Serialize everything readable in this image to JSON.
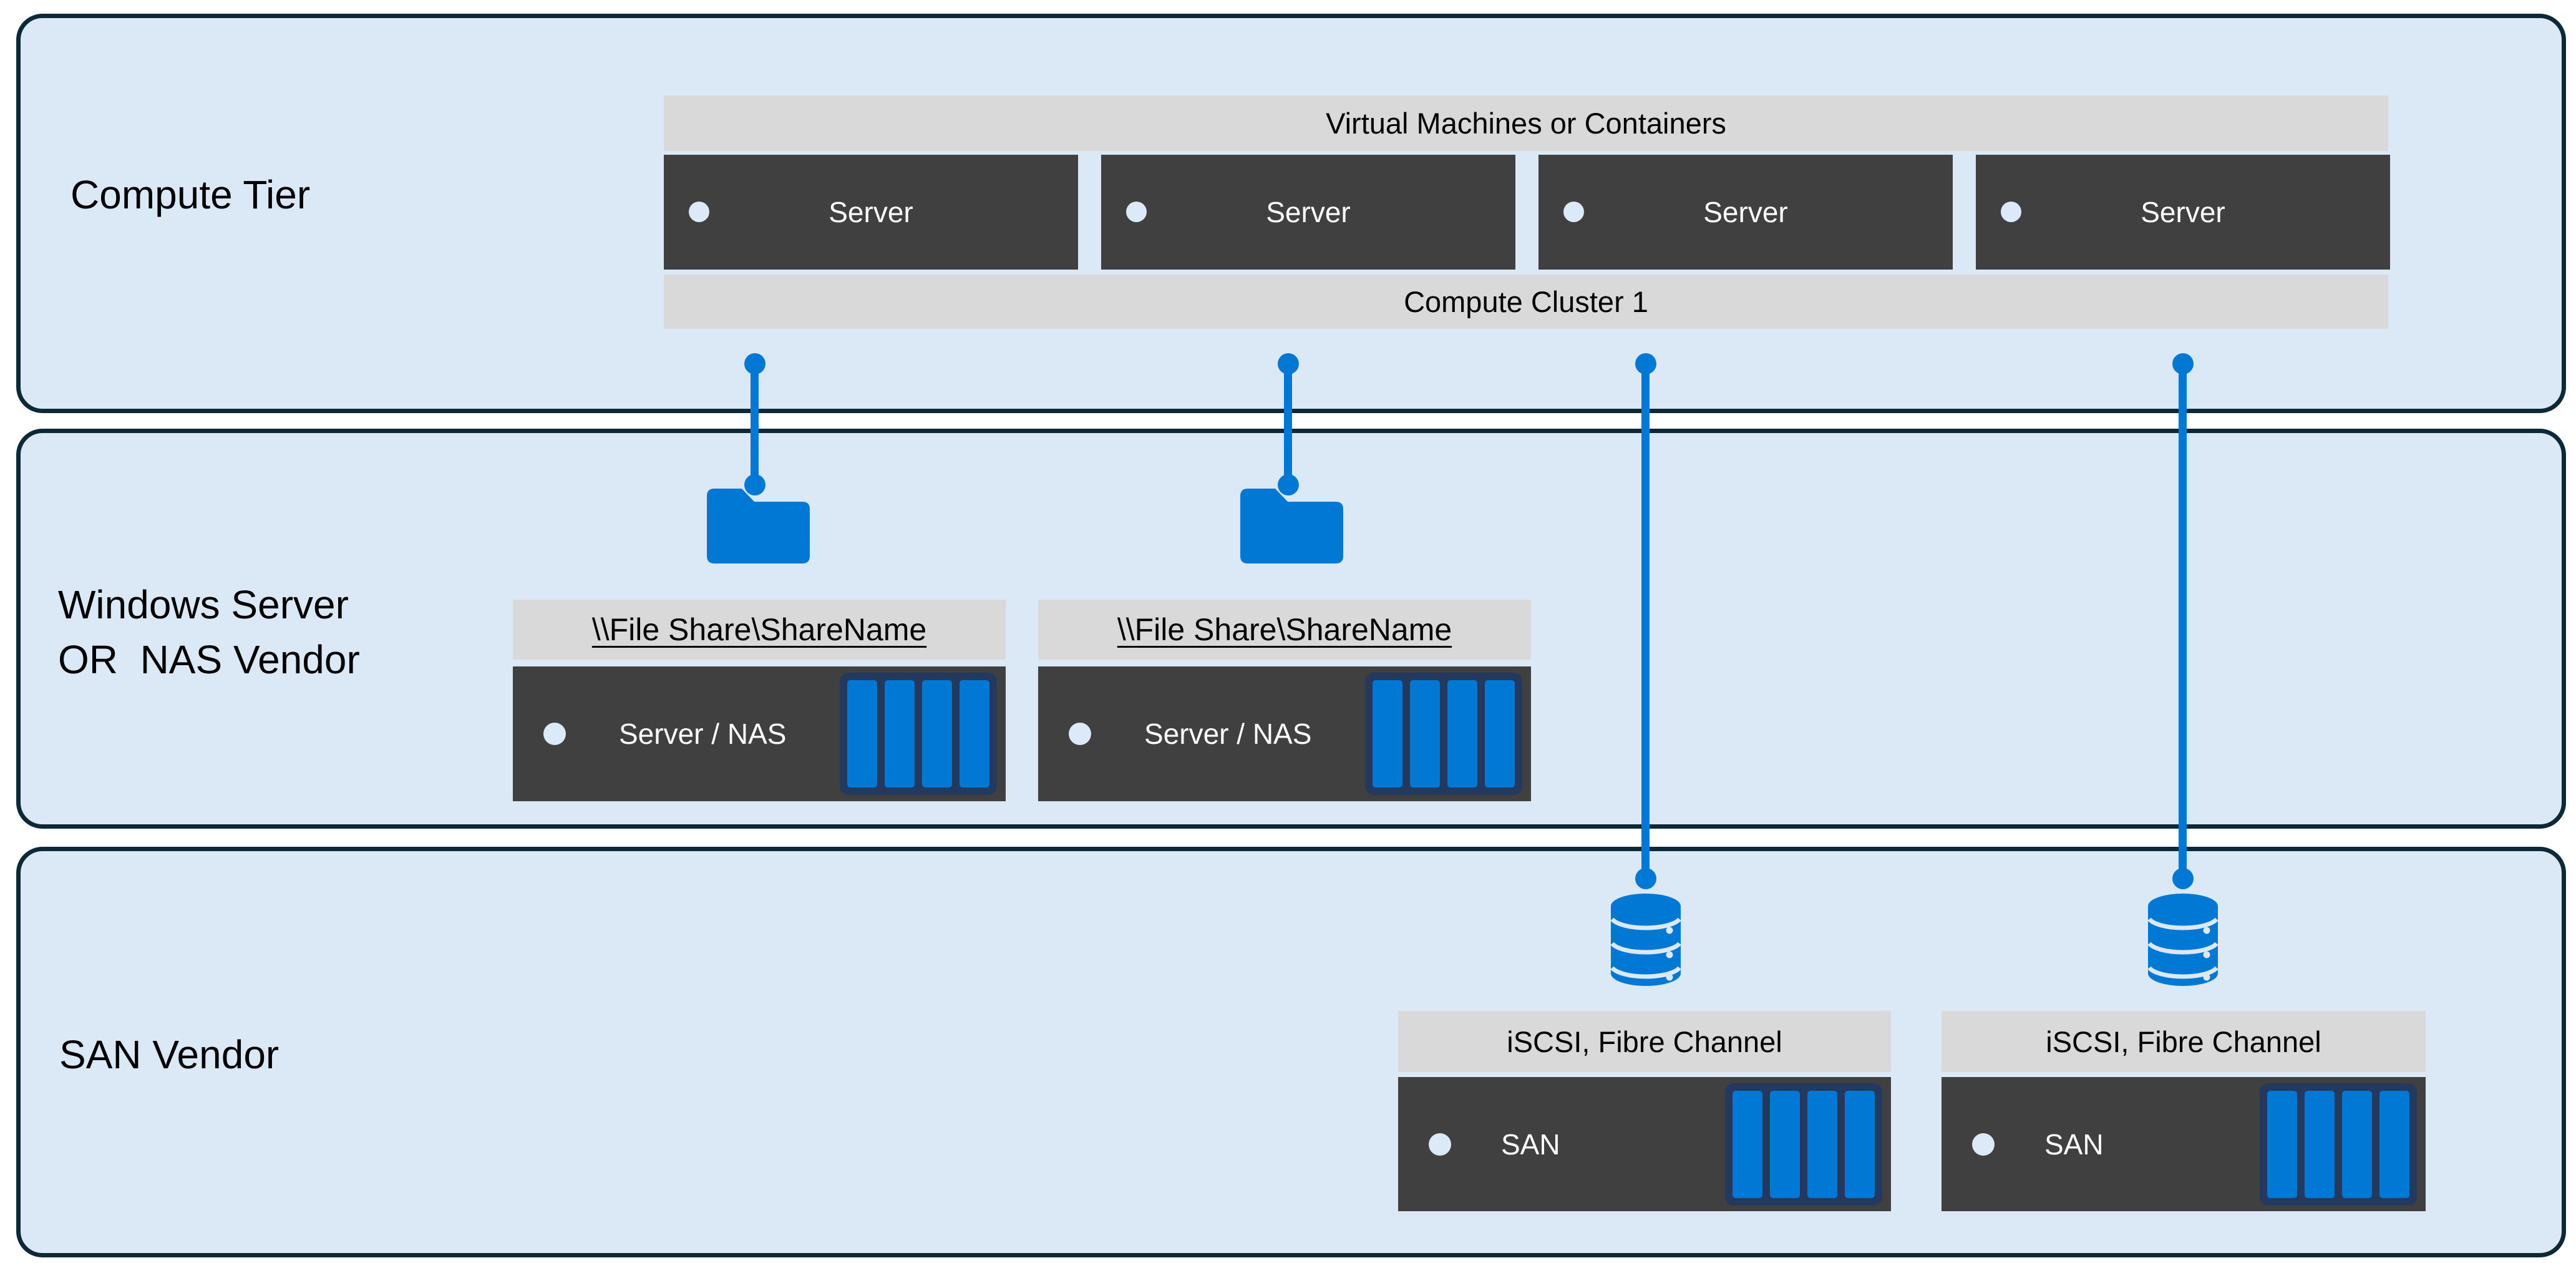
{
  "tiers": [
    {
      "label": "Compute Tier"
    },
    {
      "label_line_1": "Windows Server",
      "label_line_2": "OR  NAS Vendor"
    },
    {
      "label": "SAN Vendor"
    }
  ],
  "compute_tier": {
    "top_bar_label": "Virtual Machines or Containers",
    "servers": [
      {
        "label": "Server"
      },
      {
        "label": "Server"
      },
      {
        "label": "Server"
      },
      {
        "label": "Server"
      }
    ],
    "bottom_bar_label": "Compute Cluster 1"
  },
  "file_share_tier": {
    "shares": [
      {
        "share_path": "\\\\File Share\\ShareName",
        "device_label": "Server / NAS"
      },
      {
        "share_path": "\\\\File Share\\ShareName",
        "device_label": "Server / NAS"
      }
    ]
  },
  "san_tier": {
    "arrays": [
      {
        "protocol_label": "iSCSI, Fibre Channel",
        "device_label": "SAN"
      },
      {
        "protocol_label": "iSCSI, Fibre Channel",
        "device_label": "SAN"
      }
    ]
  },
  "icons": {
    "folder": "folder-icon",
    "database": "database-icon",
    "disk_array": "disk-array-icon",
    "led": "led-dot-icon",
    "connector": "connector-line"
  },
  "colors": {
    "page_background": "#ffffff",
    "tier_fill": "#dbe8f6",
    "tier_border": "#0d2836",
    "bar_fill": "#d9d9d9",
    "device_fill": "#404040",
    "accent_blue": "#0078d4",
    "disk_frame_navy": "#24395e",
    "led_dot": "#dbe9f8",
    "text_dark": "#000000",
    "text_light": "#ffffff"
  }
}
